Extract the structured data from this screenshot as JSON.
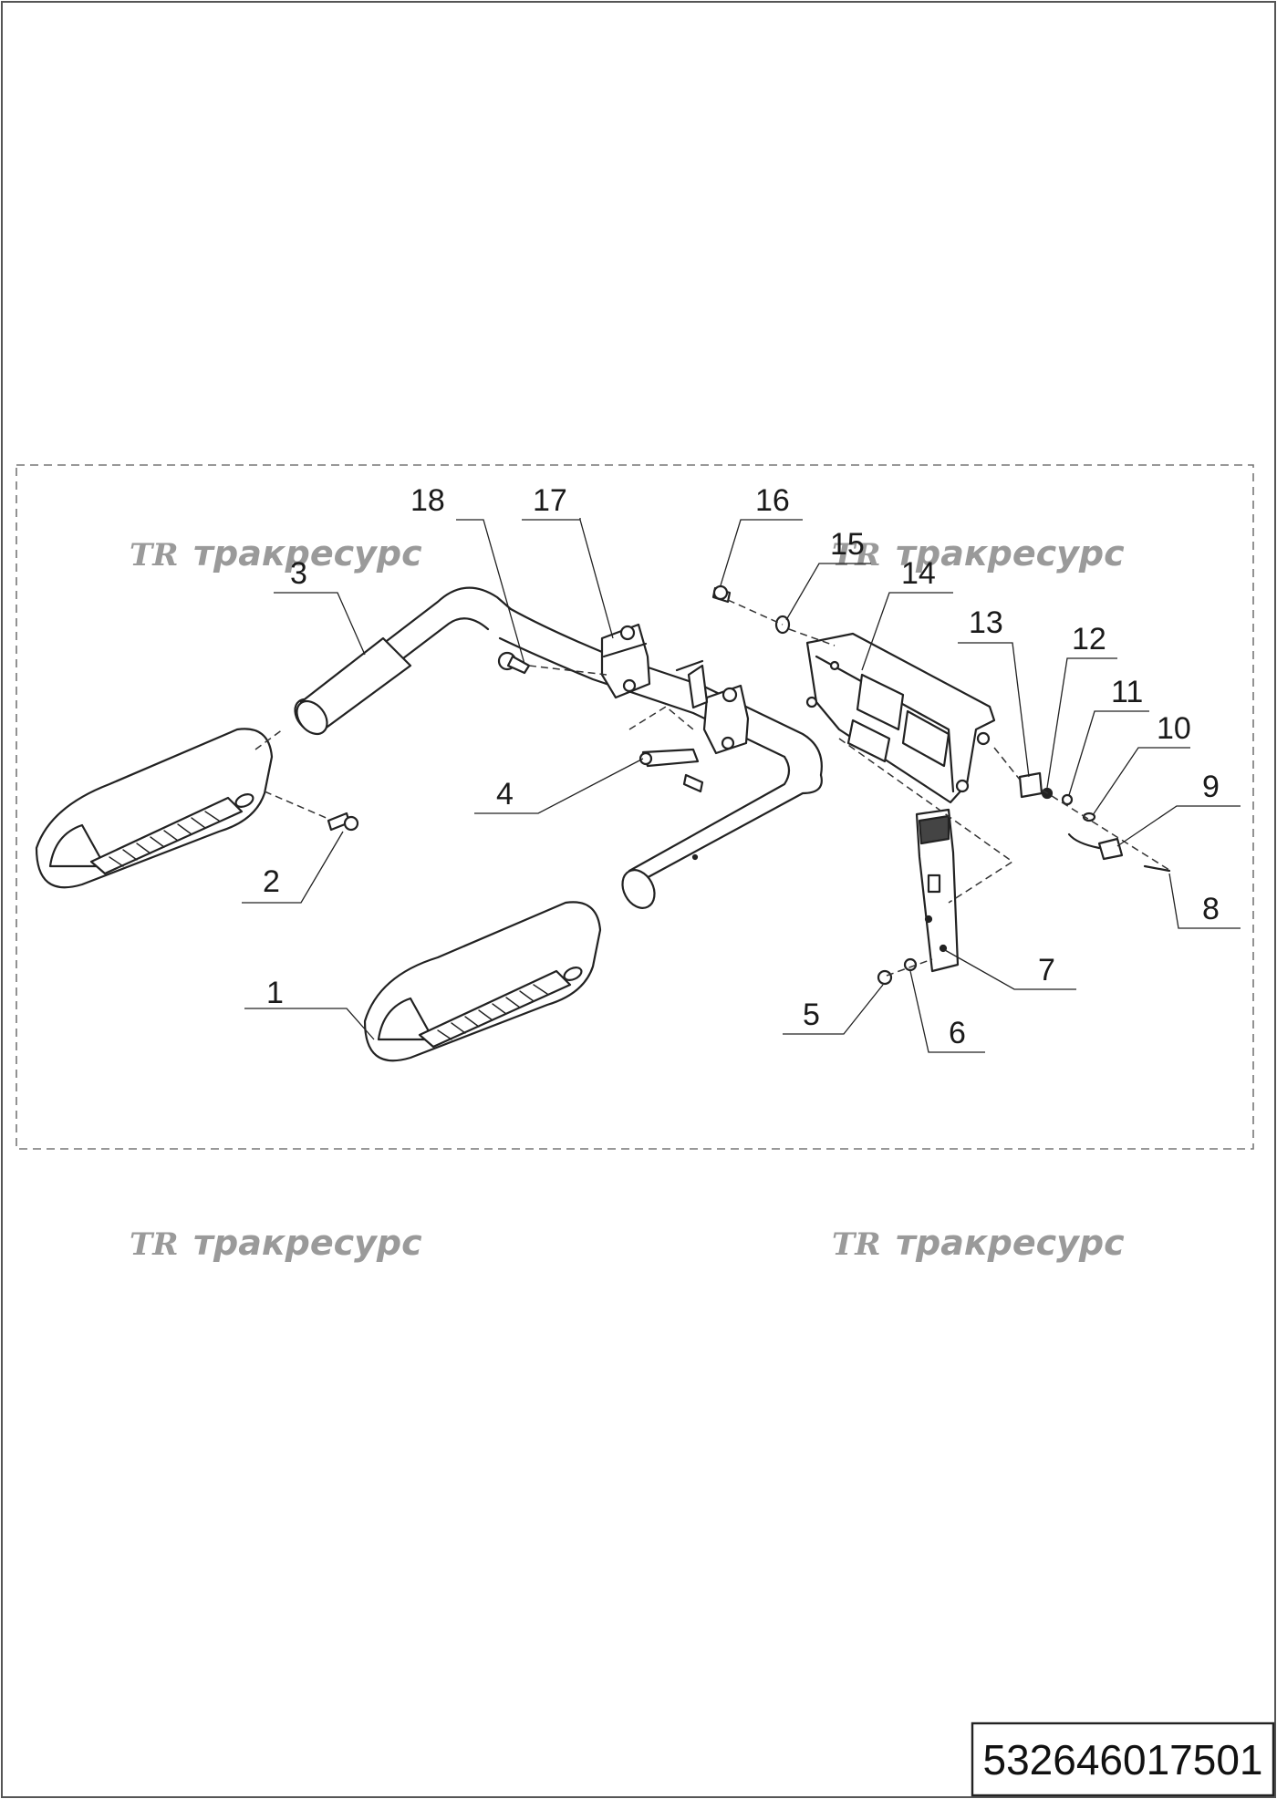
{
  "watermark": {
    "logo": "TR",
    "text": "тракресурс"
  },
  "document_number": "532646017501",
  "part_labels": [
    "1",
    "2",
    "3",
    "4",
    "5",
    "6",
    "7",
    "8",
    "9",
    "10",
    "11",
    "12",
    "13",
    "14",
    "15",
    "16",
    "17",
    "18"
  ]
}
